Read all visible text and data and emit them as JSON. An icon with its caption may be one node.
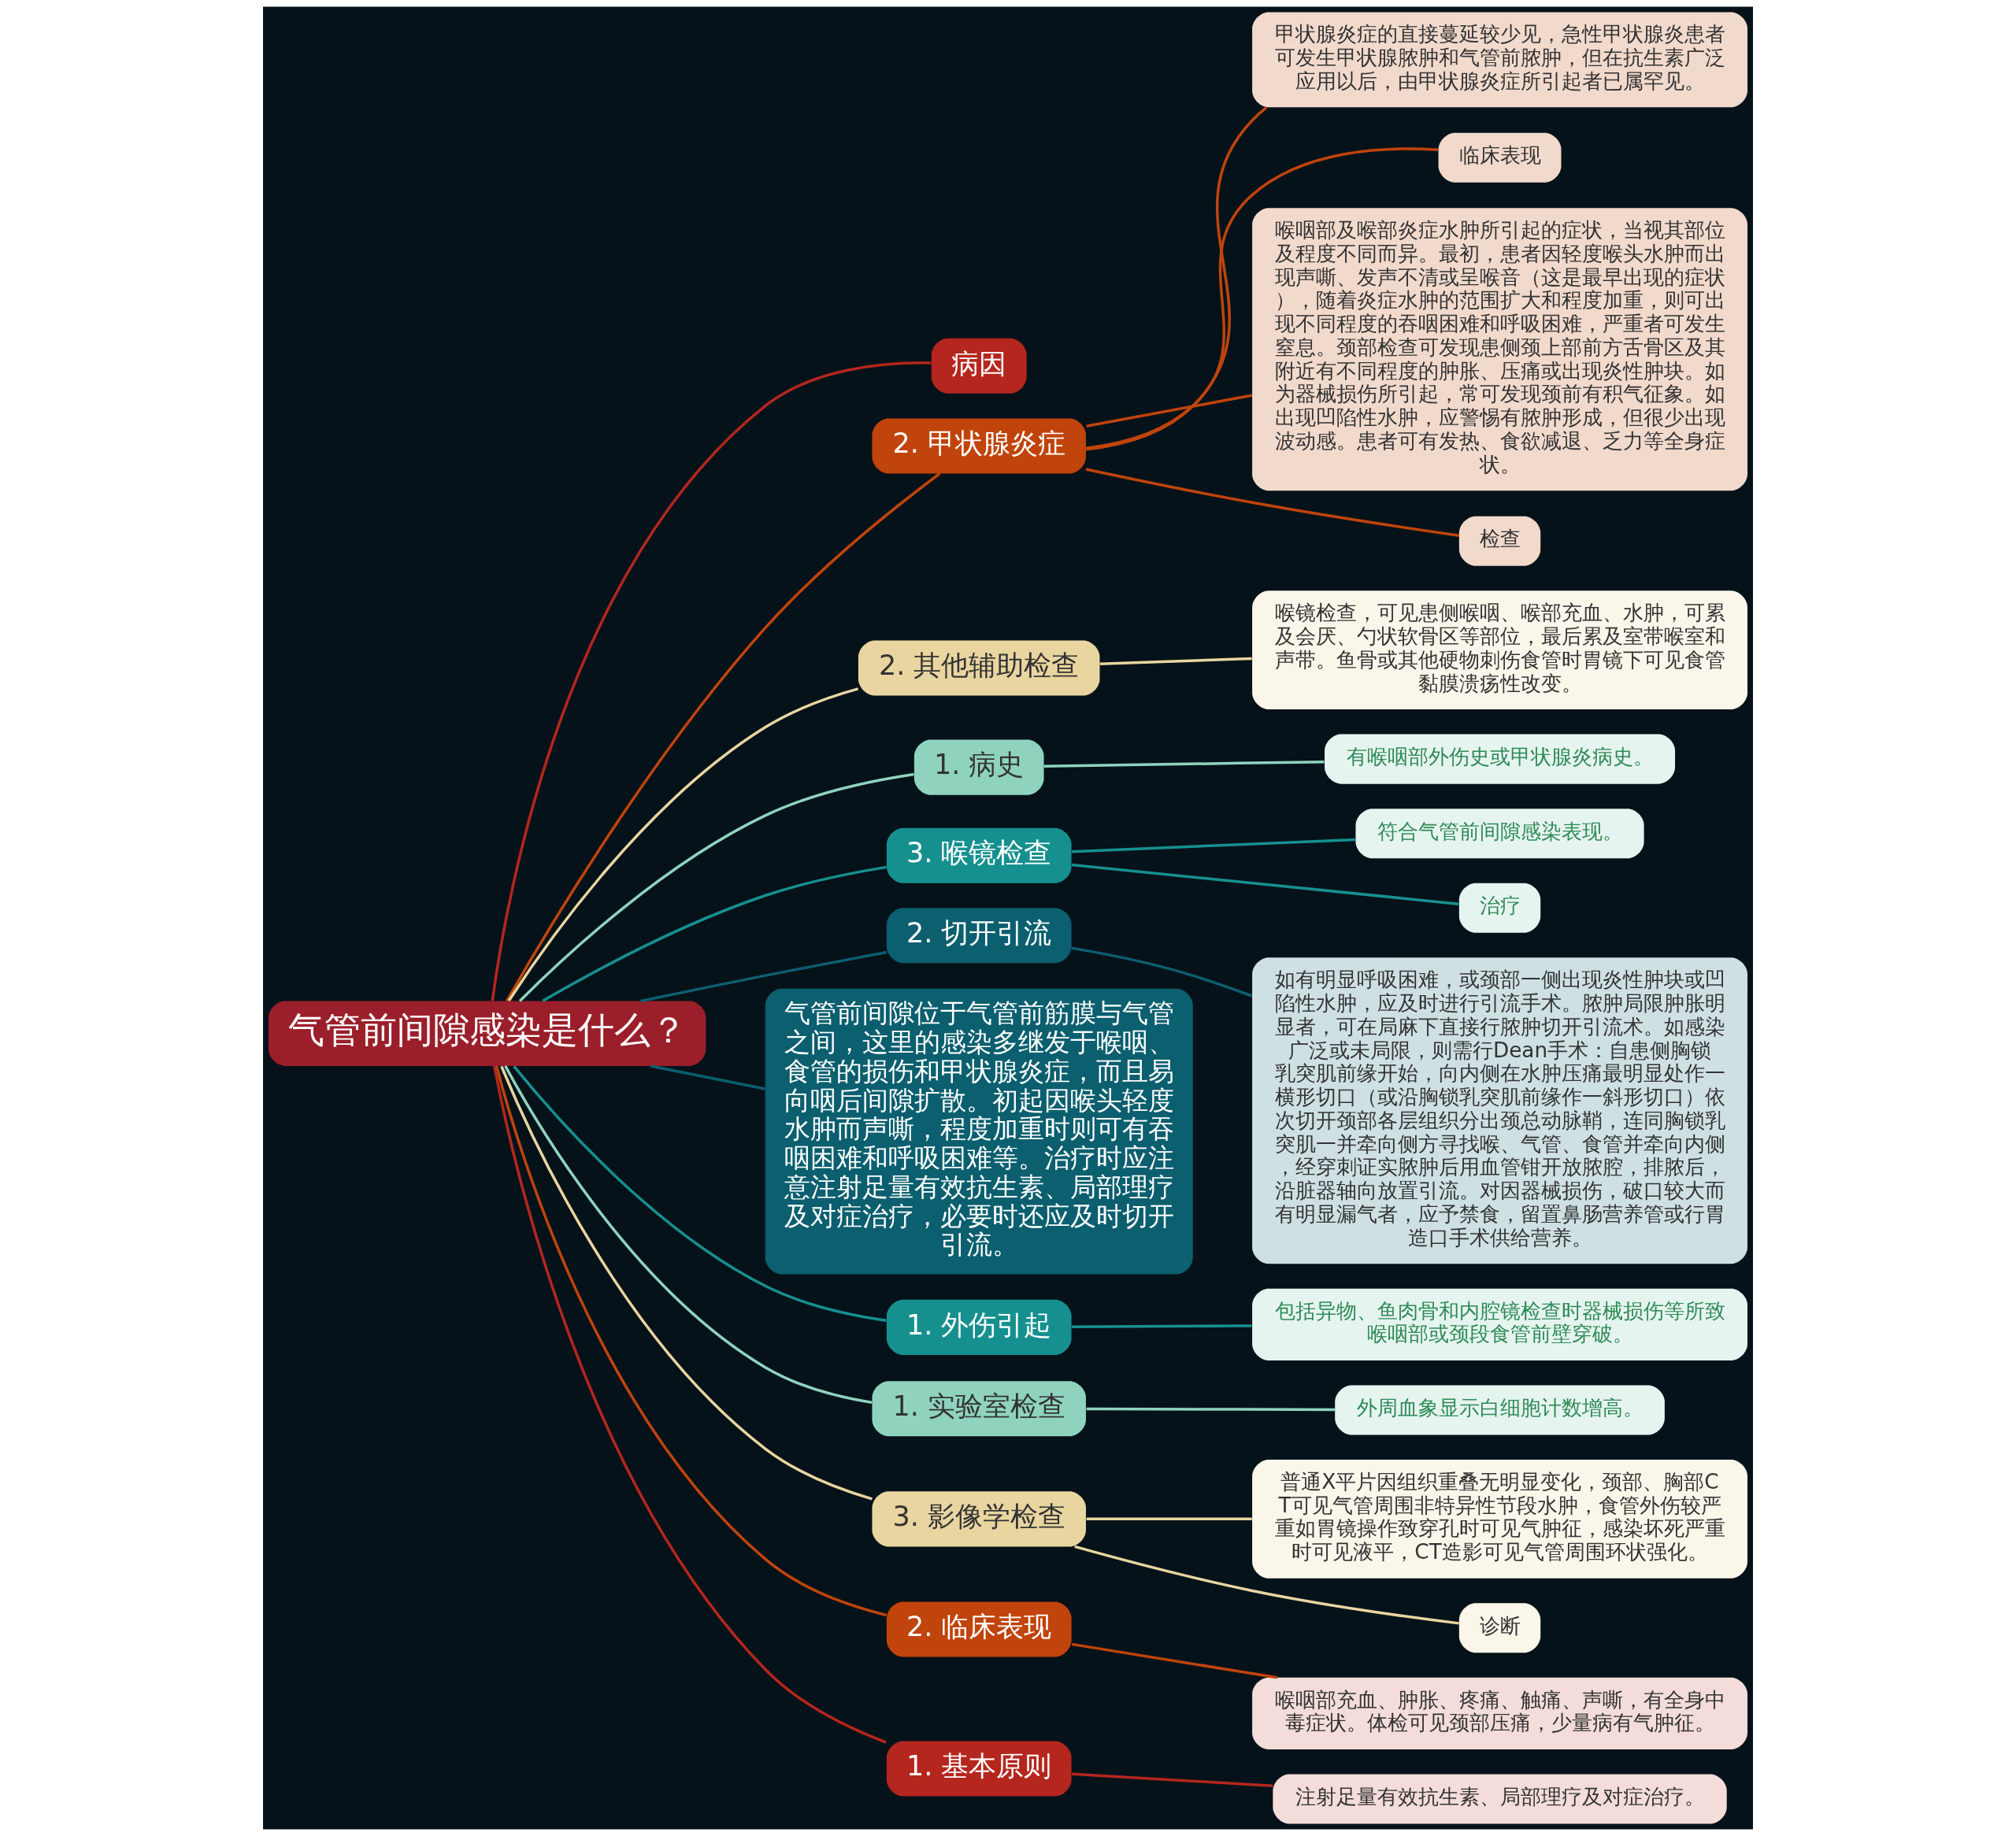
{
  "diagram": {
    "nodes": [
      {
        "text": [
          "气管前间隙感染是什么？"
        ]
      },
      {
        "text": [
          "病因"
        ]
      },
      {
        "text": [
          "2. 甲状腺炎症"
        ]
      },
      {
        "text": [
          "甲状腺炎症的直接蔓延较少见，急性甲状腺炎患者可发生甲状腺脓肿和气管前脓肿，但在抗生素广泛应用以后，由甲状腺炎症所引起者已属罕见。"
        ]
      },
      {
        "text": [
          "临床表现"
        ]
      },
      {
        "text": [
          "喉咽部及喉部炎症水肿所引起的症状，当视其部位及程度不同而异。最初，患者因轻度喉头水肿而出现声嘶、发声不清或呈喉音（这是最早出现的症状），随着炎症水肿的范围扩大和程度加重，则可出现不同程度的吞咽困难和呼吸困难，严重者可发生窒息。颈部检查可发现患侧颈上部前方舌骨区及其附近有不同程度的肿胀、压痛或出现炎性肿块。如为器械损伤所引起，常可发现颈前有积气征象。如出现凹陷性水肿，应警惕有脓肿形成，但很少出现波动感。患者可有发热、食欲减退、乏力等全身症状。"
        ]
      },
      {
        "text": [
          "检查"
        ]
      },
      {
        "text": [
          "2. 其他辅助检查"
        ]
      },
      {
        "text": [
          "喉镜检查，可见患侧喉咽、喉部充血、水肿，可累及会厌、勺状软骨区等部位，最后累及室带喉室和声带。鱼骨或其他硬物刺伤食管时胃镜下可见食管黏膜溃疡性改变。"
        ]
      },
      {
        "text": [
          "1. 病史"
        ]
      },
      {
        "text": [
          "有喉咽部外伤史或甲状腺炎病史。"
        ]
      },
      {
        "text": [
          "3. 喉镜检查"
        ]
      },
      {
        "text": [
          "符合气管前间隙感染表现。"
        ]
      },
      {
        "text": [
          "治疗"
        ]
      },
      {
        "text": [
          "2. 切开引流"
        ]
      },
      {
        "text": [
          "如有明显呼吸困难，或颈部一侧出现炎性肿块或凹陷性水肿，应及时进行引流手术。脓肿局限肿胀明显者，可在局麻下直接行脓肿切开引流术。如感染广泛或未局限，则需行Dean手术：自患侧胸锁乳突肌前缘开始，向内侧在水肿压痛最明显处作一横形切口（或沿胸锁乳突肌前缘作一斜形切口）依次切开颈部各层组织分出颈总动脉鞘，连同胸锁乳突肌一并牵向侧方寻找喉、气管、食管并牵向内侧，经穿刺证实脓肿后用血管钳开放脓腔，排脓后，沿脏器轴向放置引流。对因器械损伤，破口较大而有明显漏气者，应予禁食，留置鼻肠营养管或行胃造口手术供给营养。"
        ]
      },
      {
        "text": [
          "气管前间隙位于气管前筋膜与气管之间，这里的感染多继发于喉咽、食管的损伤和甲状腺炎症，而且易向咽后间隙扩散。初起因喉头轻度水肿而声嘶，程度加重时则可有吞咽困难和呼吸困难等。治疗时应注意注射足量有效抗生素、局部理疗及对症治疗，必要时还应及时切开引流。"
        ]
      },
      {
        "text": [
          "1. 外伤引起"
        ]
      },
      {
        "text": [
          "包括异物、鱼肉骨和内腔镜检查时器械损伤等所致喉咽部或颈段食管前壁穿破。"
        ]
      },
      {
        "text": [
          "1. 实验室检查"
        ]
      },
      {
        "text": [
          "外周血象显示白细胞计数增高。"
        ]
      },
      {
        "text": [
          "3. 影像学检查"
        ]
      },
      {
        "text": [
          "普通X平片因组织重叠无明显变化，颈部、胸部CT可见气管周围非特异性节段水肿，食管外伤较严重如胃镜操作致穿孔时可见气肿征，感染坏死严重时可见液平，CT造影可见气管周围环状强化。"
        ]
      },
      {
        "text": [
          "诊断"
        ]
      },
      {
        "text": [
          "2. 临床表现"
        ]
      },
      {
        "text": [
          "喉咽部充血、肿胀、疼痛、触痛、声嘶，有全身中毒症状。体检可见颈部压痛，少量病有气肿征。"
        ]
      },
      {
        "text": [
          "1. 基本原则"
        ]
      },
      {
        "text": [
          "注射足量有效抗生素、局部理疗及对症治疗。"
        ]
      }
    ],
    "edges": [
      {
        "from": 0,
        "to": 1,
        "arrow": "none",
        "color": "#b5261e"
      },
      {
        "from": 0,
        "to": 2,
        "arrow": "none",
        "color": "#c0440b"
      },
      {
        "from": 2,
        "to": 3,
        "arrow": "none",
        "color": "#c0440b"
      },
      {
        "from": 2,
        "to": 4,
        "arrow": "none",
        "color": "#c0440b"
      },
      {
        "from": 2,
        "to": 5,
        "arrow": "none",
        "color": "#c0440b"
      },
      {
        "from": 2,
        "to": 6,
        "arrow": "none",
        "color": "#c0440b"
      },
      {
        "from": 0,
        "to": 7,
        "arrow": "none",
        "color": "#e8d5a0"
      },
      {
        "from": 7,
        "to": 8,
        "arrow": "none",
        "color": "#e8d5a0"
      },
      {
        "from": 0,
        "to": 9,
        "arrow": "none",
        "color": "#8fd3bf"
      },
      {
        "from": 9,
        "to": 10,
        "arrow": "none",
        "color": "#8fd3bf"
      },
      {
        "from": 0,
        "to": 11,
        "arrow": "none",
        "color": "#16908f"
      },
      {
        "from": 11,
        "to": 12,
        "arrow": "none",
        "color": "#16908f"
      },
      {
        "from": 11,
        "to": 13,
        "arrow": "none",
        "color": "#16908f"
      },
      {
        "from": 0,
        "to": 14,
        "arrow": "none",
        "color": "#0b5f6f"
      },
      {
        "from": 14,
        "to": 15,
        "arrow": "none",
        "color": "#0b5f6f"
      },
      {
        "from": 0,
        "to": 16,
        "arrow": "none",
        "color": "#0b5f6f"
      },
      {
        "from": 0,
        "to": 17,
        "arrow": "none",
        "color": "#16908f"
      },
      {
        "from": 17,
        "to": 18,
        "arrow": "none",
        "color": "#16908f"
      },
      {
        "from": 0,
        "to": 19,
        "arrow": "none",
        "color": "#8fd3bf"
      },
      {
        "from": 19,
        "to": 20,
        "arrow": "none",
        "color": "#8fd3bf"
      },
      {
        "from": 0,
        "to": 21,
        "arrow": "none",
        "color": "#e8d5a0"
      },
      {
        "from": 21,
        "to": 22,
        "arrow": "none",
        "color": "#e8d5a0"
      },
      {
        "from": 21,
        "to": 23,
        "arrow": "none",
        "color": "#e8d5a0"
      },
      {
        "from": 0,
        "to": 24,
        "arrow": "none",
        "color": "#c0440b"
      },
      {
        "from": 24,
        "to": 25,
        "arrow": "none",
        "color": "#c0440b"
      },
      {
        "from": 0,
        "to": 26,
        "arrow": "none",
        "color": "#b5261e"
      },
      {
        "from": 26,
        "to": 27,
        "arrow": "none",
        "color": "#b5261e"
      }
    ]
  }
}
